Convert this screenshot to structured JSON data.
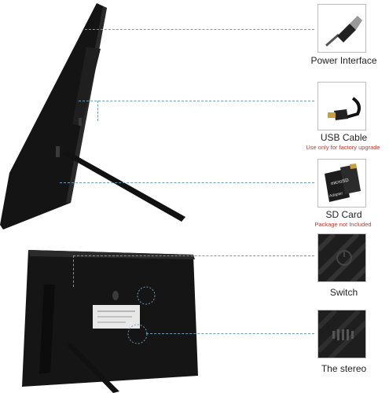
{
  "features": [
    {
      "label": "Power Interface",
      "note": "",
      "icon": "dc-power-plug-icon"
    },
    {
      "label": "USB Cable",
      "note": "Use only for factory upgrade",
      "icon": "mini-usb-plug-icon"
    },
    {
      "label": "SD Card",
      "note": "Package not Included",
      "icon": "micro-sd-card-icon"
    },
    {
      "label": "Switch",
      "note": "",
      "icon": "power-switch-icon"
    },
    {
      "label": "The stereo",
      "note": "",
      "icon": "speaker-grille-icon"
    }
  ],
  "sd_card": {
    "brand": "microSD",
    "adapter": "Adapter"
  },
  "colors": {
    "leader_line": "#6f9bb0",
    "note_text": "#c0392b",
    "frame_body": "#151515",
    "thumb_border": "#bdbdbd"
  }
}
